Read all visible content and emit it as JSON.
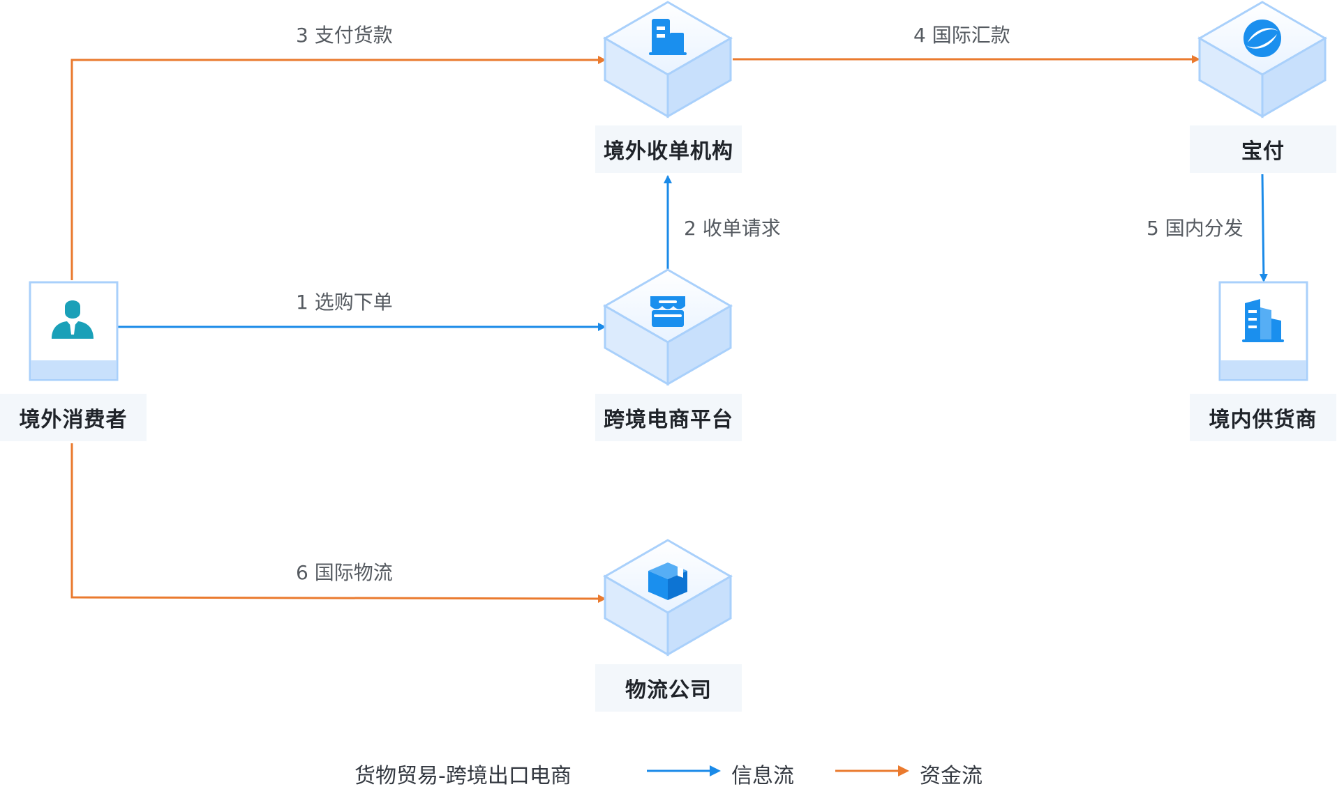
{
  "nodes": {
    "consumer": {
      "label": "境外消费者",
      "icon": "user-icon"
    },
    "platform": {
      "label": "跨境电商平台",
      "icon": "store-icon"
    },
    "acquirer": {
      "label": "境外收单机构",
      "icon": "building-icon"
    },
    "baofu": {
      "label": "宝付",
      "icon": "baofu-logo-icon"
    },
    "supplier": {
      "label": "境内供货商",
      "icon": "office-building-icon"
    },
    "logistics": {
      "label": "物流公司",
      "icon": "package-icon"
    }
  },
  "flows": {
    "f1": "1 选购下单",
    "f2": "2 收单请求",
    "f3": "3 支付货款",
    "f4": "4 国际汇款",
    "f5": "5 国内分发",
    "f6": "6 国际物流"
  },
  "legend": {
    "title": "货物贸易-跨境出口电商",
    "info": "信息流",
    "money": "资金流"
  },
  "colors": {
    "info_flow": "#1a8ae8",
    "money_flow": "#ea7a2e",
    "icon_blue": "#1a8fee",
    "label_bg": "#f3f7fb"
  }
}
